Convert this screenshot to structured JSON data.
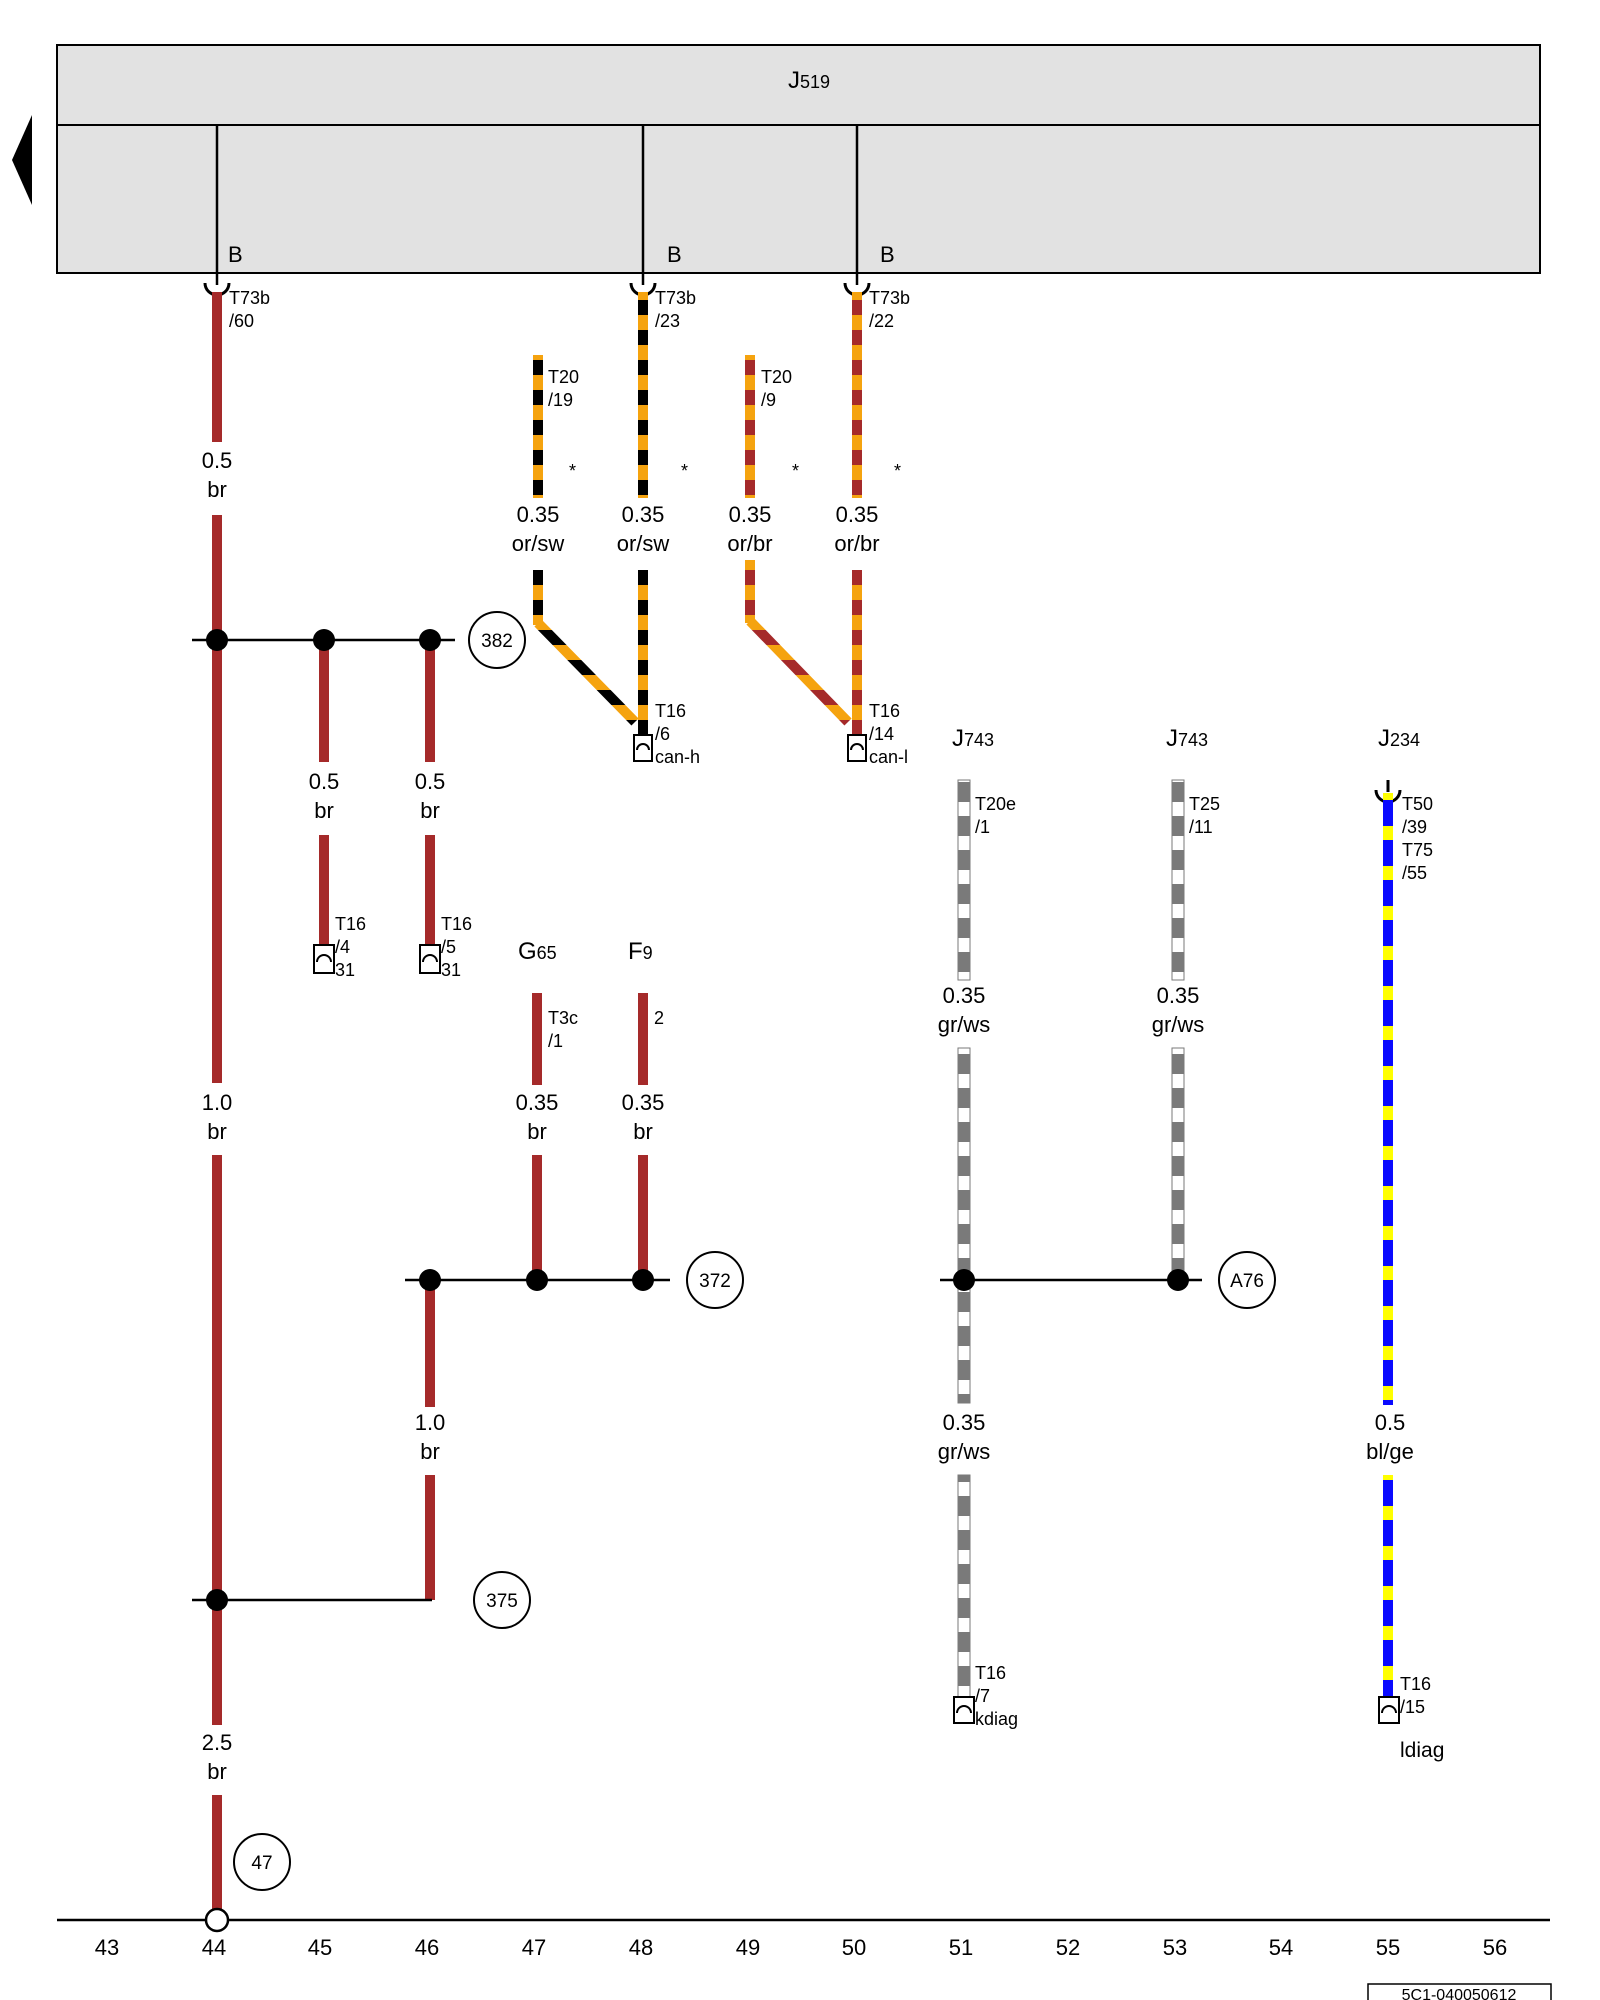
{
  "module": {
    "letter": "J",
    "number": "519",
    "branch_labels": [
      "B",
      "B",
      "B"
    ]
  },
  "colors": {
    "br": "#a52a2a",
    "or": "#f5a30f",
    "sw": "#000000",
    "gr": "#7a7a7a",
    "ws": "#ffffff",
    "bl": "#0a0aff",
    "ge": "#ffff00"
  },
  "connectors_top": [
    {
      "id": "T73b",
      "pin": "/60"
    },
    {
      "id": "T73b",
      "pin": "/23"
    },
    {
      "id": "T73b",
      "pin": "/22"
    }
  ],
  "connectors_t20": [
    {
      "id": "T20",
      "pin": "/19"
    },
    {
      "id": "T20",
      "pin": "/9"
    }
  ],
  "asterisk": "*",
  "wires": [
    {
      "size": "0.5",
      "color": "br"
    },
    {
      "size": "0.35",
      "color": "or/sw"
    },
    {
      "size": "0.35",
      "color": "or/sw"
    },
    {
      "size": "0.35",
      "color": "or/br"
    },
    {
      "size": "0.35",
      "color": "or/br"
    },
    {
      "size": "0.5",
      "color": "br"
    },
    {
      "size": "0.5",
      "color": "br"
    },
    {
      "size": "1.0",
      "color": "br"
    },
    {
      "size": "0.35",
      "color": "br"
    },
    {
      "size": "0.35",
      "color": "br"
    },
    {
      "size": "0.35",
      "color": "gr/ws"
    },
    {
      "size": "0.35",
      "color": "gr/ws"
    },
    {
      "size": "1.0",
      "color": "br"
    },
    {
      "size": "0.35",
      "color": "gr/ws"
    },
    {
      "size": "0.5",
      "color": "bl/ge"
    },
    {
      "size": "2.5",
      "color": "br"
    }
  ],
  "diag_connectors": [
    {
      "id": "T16",
      "pin": "/6",
      "signal": "can-h"
    },
    {
      "id": "T16",
      "pin": "/14",
      "signal": "can-l"
    },
    {
      "id": "T16",
      "pin": "/4",
      "signal": "31"
    },
    {
      "id": "T16",
      "pin": "/5",
      "signal": "31"
    },
    {
      "id": "T16",
      "pin": "/7",
      "signal": "kdiag"
    },
    {
      "id": "T16",
      "pin": "/15",
      "signal": ""
    }
  ],
  "ldiag_label": "ldiag",
  "components": {
    "g65": {
      "letter": "G",
      "number": "65",
      "connector": "T3c",
      "pin": "/1"
    },
    "f9": {
      "letter": "F",
      "number": "9",
      "pin": "2"
    },
    "j743a": {
      "letter": "J",
      "number": "743",
      "connector": "T20e",
      "pin": "/1"
    },
    "j743b": {
      "letter": "J",
      "number": "743",
      "connector": "T25",
      "pin": "/11"
    },
    "j234": {
      "letter": "J",
      "number": "234",
      "connector1": "T50",
      "pin1": "/39",
      "connector2": "T75",
      "pin2": "/55"
    }
  },
  "junctions": [
    "382",
    "372",
    "375",
    "A76",
    "47"
  ],
  "axis_numbers": [
    "43",
    "44",
    "45",
    "46",
    "47",
    "48",
    "49",
    "50",
    "51",
    "52",
    "53",
    "54",
    "55",
    "56"
  ],
  "doc_code": "5C1-040050612"
}
